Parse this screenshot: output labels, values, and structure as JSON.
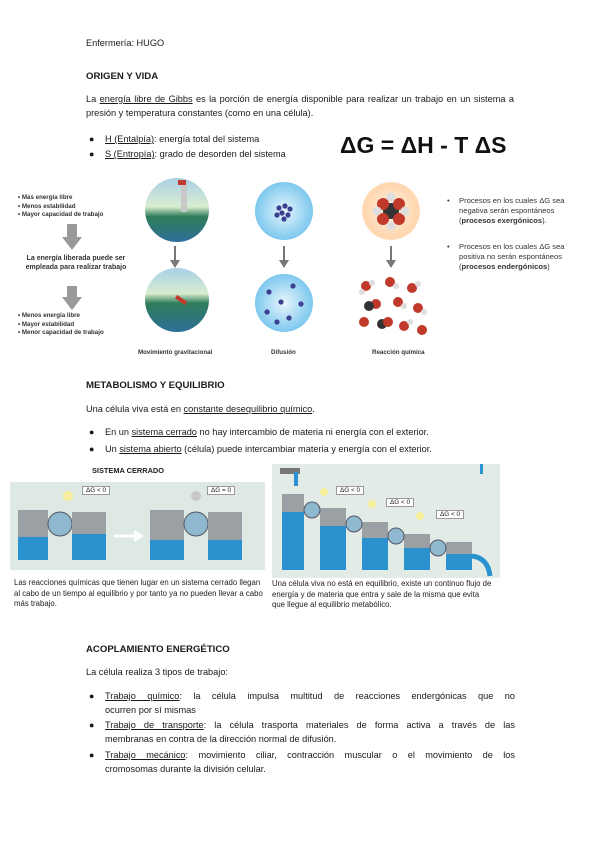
{
  "header": {
    "course": "Enfermería: HUGO"
  },
  "section1": {
    "title": "ORIGEN Y VIDA",
    "intro_pre": "La ",
    "intro_link": "energía libre de Gibbs",
    "intro_post": " es la porción de energía disponible para realizar un trabajo en un sistema a presión y temperatura constantes (como en una célula).",
    "bullets": [
      {
        "term": "H (Entalpía)",
        "text": ": energía total del sistema"
      },
      {
        "term": "S (Entropía)",
        "text": ": grado de desorden del sistema"
      }
    ],
    "formula": "ΔG = ΔH - T ΔS"
  },
  "figure1": {
    "top_list": [
      "Más energía libre",
      "Menos estabilidad",
      "Mayor capacidad de trabajo"
    ],
    "middle_text": "La energía liberada puede ser empleada para realizar trabajo",
    "bottom_list": [
      "Menos energía libre",
      "Mayor estabilidad",
      "Menor capacidad de trabajo"
    ],
    "labels": [
      "Movimiento gravitacional",
      "Difusión",
      "Reacción química"
    ],
    "processes": [
      {
        "pre": "Procesos en los cuales ΔG sea negativa serán espontáneos (",
        "bold": "procesos exergónicos",
        "post": ")."
      },
      {
        "pre": "Procesos en los cuales ΔG sea positiva no serán espontáneos (",
        "bold": "procesos endergónicos",
        "post": ")"
      }
    ]
  },
  "section2": {
    "title": "METABOLISMO Y EQUILIBRIO",
    "intro_pre": "Una célula viva está en ",
    "intro_link": "constante desequilibrio químico",
    "intro_post": ".",
    "bullet1_pre": "En un ",
    "bullet1_link": "sistema cerrado",
    "bullet1_post": " no hay intercambio de materia ni energía con el exterior.",
    "bullet2_pre": "Un ",
    "bullet2_link": "sistema abierto",
    "bullet2_post": " (célula) puede intercambiar materia y energía con el exterior."
  },
  "figure2": {
    "closed_title": "SISTEMA CERRADO",
    "badge_left": "ΔG < 0",
    "badge_right": "ΔG = 0",
    "caption_left": "Las reacciones químicas que tienen lugar en un sistema cerrado llegan al cabo de un tiempo al equilibrio y por tanto ya no pueden llevar a cabo más trabajo.",
    "open_badges": [
      "ΔG < 0",
      "ΔG < 0",
      "ΔG < 0"
    ],
    "caption_right": "Una célula viva no está en equilibrio, existe un continuo flujo de energía y de materia que entra y sale de la misma que evita que llegue al equilibrio metabólico."
  },
  "section3": {
    "title": "ACOPLAMIENTO ENERGÉTICO",
    "intro": "La célula realiza 3 tipos de trabajo:",
    "items": [
      {
        "term": "Trabajo químico",
        "line1": ": la célula impulsa multitud de reacciones endergónicas que no",
        "line2": "ocurren por sí mismas"
      },
      {
        "term": "Trabajo de transporte",
        "line1": ": la célula trasporta materiales de forma activa a través de las",
        "line2": "membranas en contra de la dirección normal de difusión."
      },
      {
        "term": "Trabajo mecánico",
        "line1": ": movimiento ciliar, contracción muscular o el movimiento de los",
        "line2": "cromosomas durante la división celular."
      }
    ]
  }
}
